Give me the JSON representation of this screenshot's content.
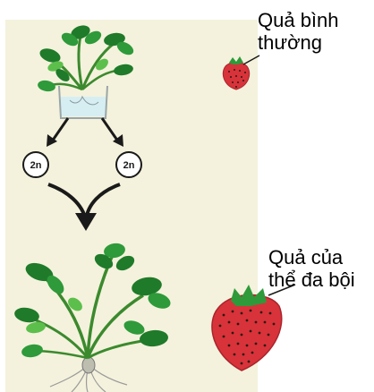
{
  "colors": {
    "background_panel": "#f4f2dc",
    "leaf_dark": "#1f7a2a",
    "leaf_mid": "#2e9a3a",
    "leaf_light": "#5cbf4c",
    "stem": "#3b8a2e",
    "berry_red": "#d8333a",
    "berry_dark": "#a8242c",
    "seed": "#2a1a12",
    "water": "#d6eef2",
    "glass": "#9aa6a8",
    "arrow": "#1a1a1a",
    "root": "#9a9a9a"
  },
  "icons": {
    "chromosome_marker": "2n-circle-icon",
    "arrow": "arrow-down-icon",
    "merge_arrow": "merge-arrow-icon"
  },
  "labels": {
    "normal_fruit_line1": "Quả bình",
    "normal_fruit_line2": "thường",
    "polyploid_fruit_line1": "Quả của",
    "polyploid_fruit_line2": "thể đa bội"
  },
  "markers": {
    "left": "2n",
    "right": "2n"
  }
}
